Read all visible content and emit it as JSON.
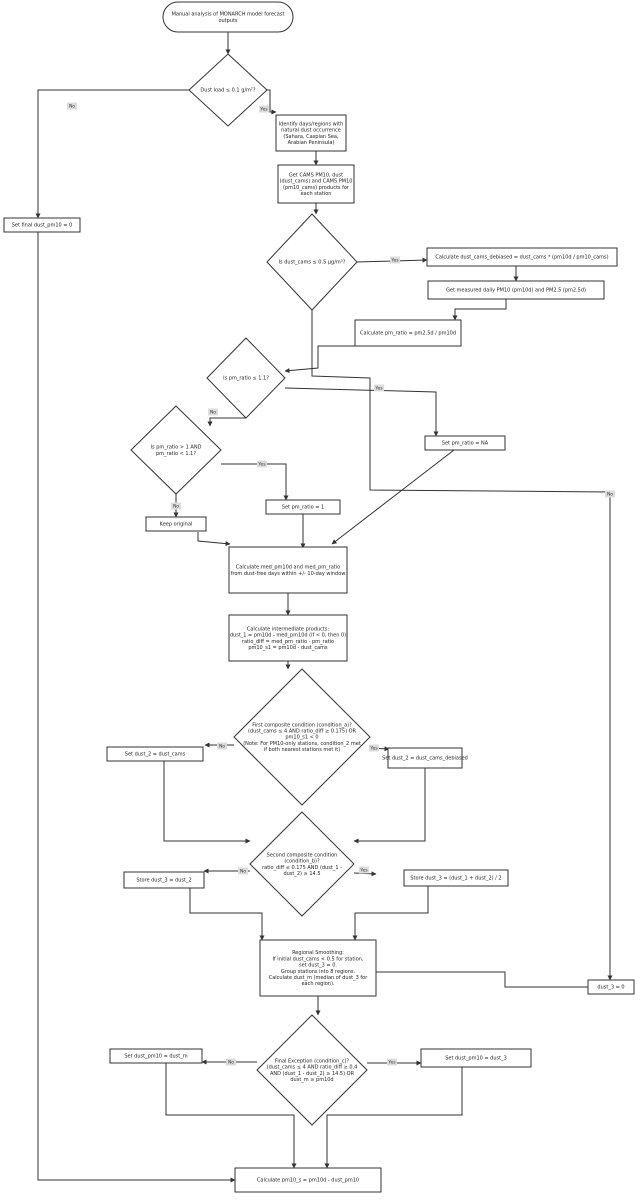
{
  "nodes": {
    "start": [
      "Manual analysis of MONARCH model forecast",
      "outputs"
    ],
    "d_dust_load": [
      "Dust load ≤ 0.1 g/m²?"
    ],
    "identify": [
      "Identify days/regions with",
      "natural dust occurrence",
      "(Sahara, Caspian Sea,",
      "Arabian Peninsula)"
    ],
    "set_final_zero": [
      "Set final dust_pm10 = 0"
    ],
    "get_cams": [
      "Get CAMS PM10, dust",
      "(dust_cams) and CAMS PM10",
      "(pm10_cams) products for",
      "each station"
    ],
    "d_dust_cams": [
      "Is dust_cams ≤ 0.5 µg/m³?"
    ],
    "calc_debiased": [
      "Calculate dust_cams_debiased = dust_cams * (pm10d / pm10_cams)"
    ],
    "get_measured": [
      "Get measured daily PM10 (pm10d) and PM2.5 (pm2.5d)"
    ],
    "calc_ratio": [
      "Calculate pm_ratio = pm2.5d / pm10d"
    ],
    "d_ratio_11": [
      "Is pm_ratio ≤ 1.1?"
    ],
    "d_ratio_range": [
      "Is pm_ratio > 1 AND",
      "pm_ratio < 1.1?"
    ],
    "set_na": [
      "Set pm_ratio = NA"
    ],
    "set_one": [
      "Set pm_ratio = 1"
    ],
    "keep": [
      "Keep original"
    ],
    "calc_med": [
      "Calculate med_pm10d and med_pm_ratio",
      "from dust-free days within +/- 10-day window"
    ],
    "calc_inter": [
      "Calculate intermediate products:",
      "dust_1 = pm10d - med_pm10d (if < 0, then 0)",
      "ratio_diff = med_pm_ratio - pm_ratio",
      "pm10_s1 = pm10d - dust_cams"
    ],
    "d_cond_a": [
      "First composite condition (condition_a)?",
      "(dust_cams ≤ 4 AND ratio_diff ≥ 0.175) OR",
      "pm10_s1 < 0",
      "(Note: For PM10-only stations, condition_2 met",
      "if both nearest stations met it)"
    ],
    "set_d2_cams": [
      "Set dust_2 = dust_cams"
    ],
    "set_d2_deb": [
      "Set dust_2 = dust_cams_debiased"
    ],
    "d_cond_b": [
      "Second composite condition",
      "(condition_b)?",
      "ratio_diff ≤ 0.175 AND (dust_1 -",
      "dust_2) ≥ 14.5"
    ],
    "store_d3_d2": [
      "Store dust_3 = dust_2"
    ],
    "store_d3_avg": [
      "Store dust_3 = (dust_1 + dust_2) / 2"
    ],
    "regional": [
      "Regional Smoothing:",
      "If initial dust_cams < 0.5 for station,",
      "set dust_3 = 0.",
      "Group stations into 8 regions.",
      "Calculate dust_m (median of dust_3 for",
      "each region)."
    ],
    "dust3_zero": [
      "dust_3 = 0"
    ],
    "d_cond_c": [
      "Final Exception (condition_c)?",
      "(dust_cams ≤ 4 AND ratio_diff ≥ 0.4",
      "AND (dust_1 - dust_2) ≥ 14.5) OR",
      "dust_m ≥ pm10d"
    ],
    "set_pm10_m": [
      "Set dust_pm10 = dust_m"
    ],
    "set_pm10_3": [
      "Set dust_pm10 = dust_3"
    ],
    "calc_final": [
      "Calculate pm10_s = pm10d - dust_pm10"
    ]
  },
  "edge_labels": {
    "dust_load_no": "No",
    "dust_load_yes": "Yes",
    "dust_cams_yes": "Yes",
    "dust_cams_no": "No",
    "ratio11_yes": "Yes",
    "ratio11_no": "No",
    "range_yes": "Yes",
    "range_no": "No",
    "cond_a_no": "No",
    "cond_a_yes": "Yes",
    "cond_b_no": "No",
    "cond_b_yes": "Yes",
    "cond_c_no": "No",
    "cond_c_yes": "Yes"
  }
}
